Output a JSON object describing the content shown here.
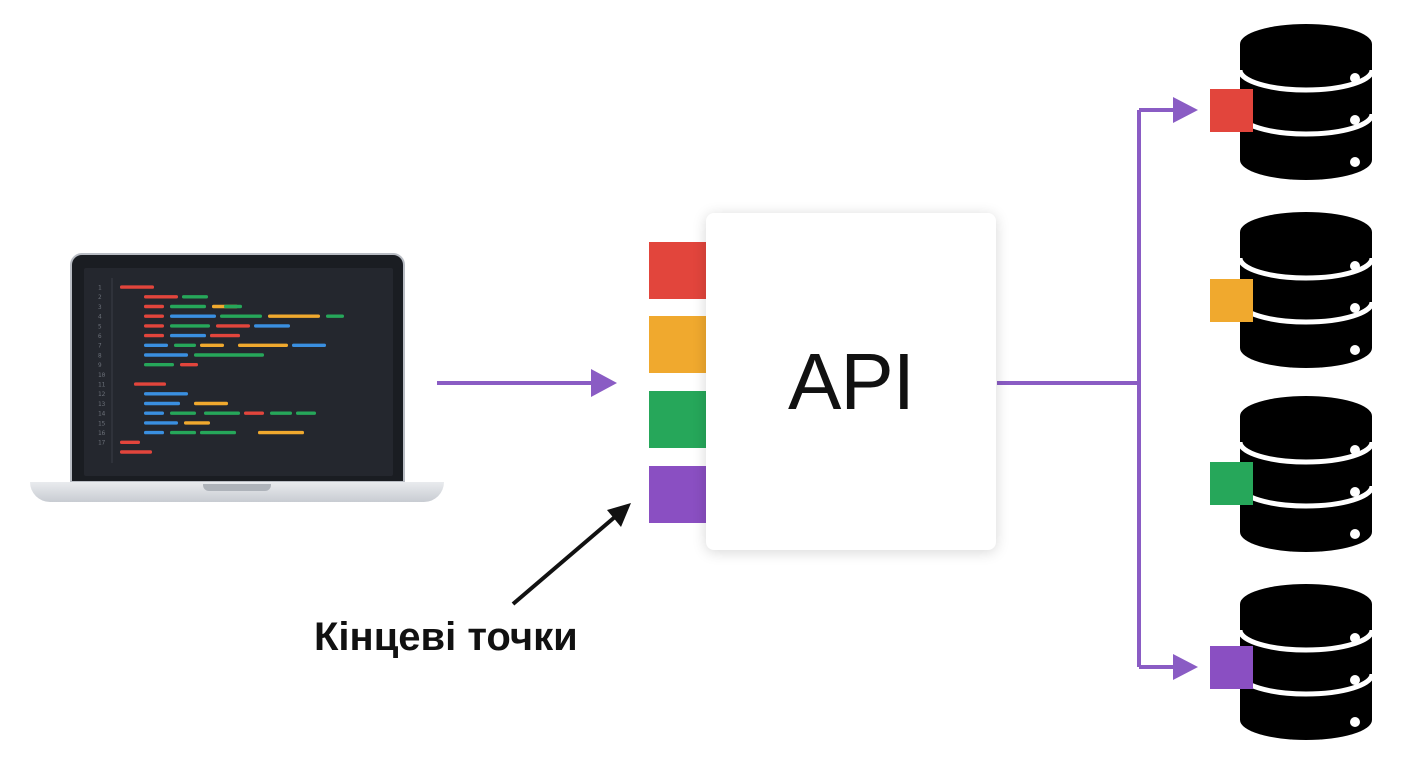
{
  "api": {
    "label": "API"
  },
  "caption": {
    "text": "Кінцеві точки"
  },
  "colors": {
    "connector": "#8a5cc4",
    "pointer": "#111111",
    "endpoints": [
      "#e2453c",
      "#f0a92e",
      "#26a75a",
      "#8a4fc2"
    ]
  },
  "laptop": {
    "line_numbers": [
      "1",
      "2",
      "3",
      "4",
      "5",
      "6",
      "7",
      "8",
      "9",
      "10",
      "11",
      "12",
      "13",
      "14",
      "15",
      "16",
      "17"
    ]
  },
  "databases": [
    {
      "tag_color": "#e2453c",
      "icon": "database-icon"
    },
    {
      "tag_color": "#f0a92e",
      "icon": "database-icon"
    },
    {
      "tag_color": "#26a75a",
      "icon": "database-icon"
    },
    {
      "tag_color": "#8a4fc2",
      "icon": "database-icon"
    }
  ]
}
